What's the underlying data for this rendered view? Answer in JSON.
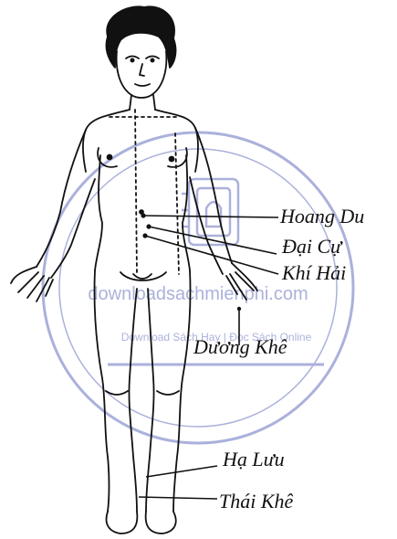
{
  "labels": {
    "hoang_du": "Hoang Du",
    "dai_cu": "Đại Cự",
    "khi_hai": "Khí Hải",
    "duong_khe": "Dương Khê",
    "ha_luu": "Hạ Lưu",
    "thai_khe": "Thái Khê"
  },
  "watermark": {
    "site": "downloadsachmienphi.com",
    "tagline": "Download Sách Hay | Đọc Sách Online"
  },
  "colors": {
    "ink": "#111111",
    "watermark": "#8f97cf",
    "background": "#ffffff"
  }
}
